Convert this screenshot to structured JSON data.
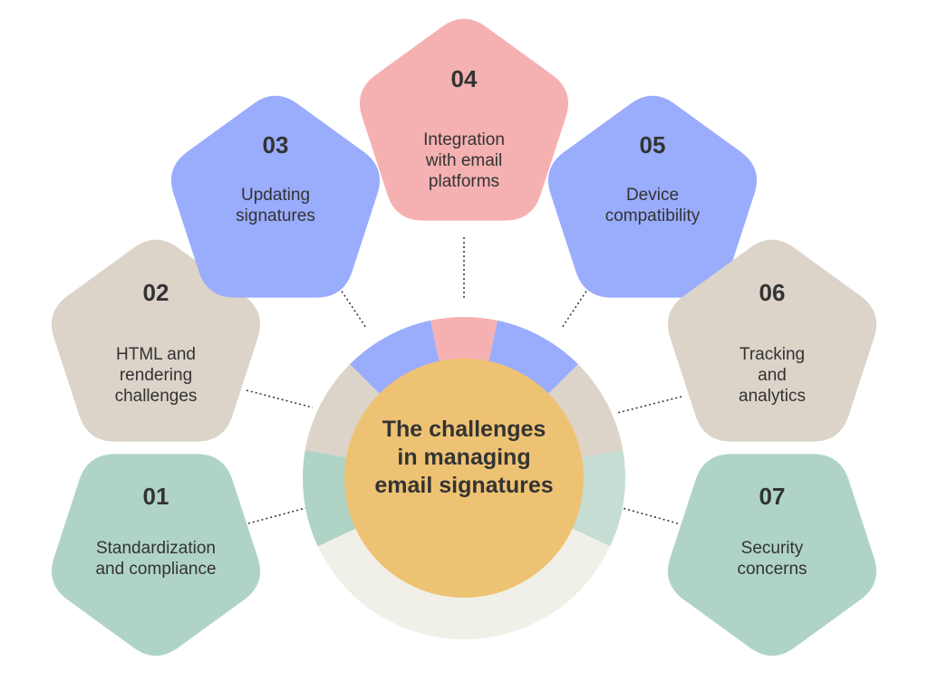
{
  "title": [
    "The challenges",
    "in managing",
    "email signatures"
  ],
  "colors": {
    "green": "#afd4c5",
    "beige": "#dcd3c9",
    "blue": "#9aacfc",
    "pink": "#f5b1b2",
    "center": "#eec273",
    "ring_green_light": "#c5ddd2",
    "ring_base": "#f0f0e8",
    "text": "#333333"
  },
  "items": [
    {
      "number": "01",
      "lines": [
        "Standardization",
        "and compliance"
      ],
      "color": "green"
    },
    {
      "number": "02",
      "lines": [
        "HTML and",
        "rendering",
        "challenges"
      ],
      "color": "beige"
    },
    {
      "number": "03",
      "lines": [
        "Updating",
        "signatures"
      ],
      "color": "blue"
    },
    {
      "number": "04",
      "lines": [
        "Integration",
        "with email",
        "platforms"
      ],
      "color": "pink"
    },
    {
      "number": "05",
      "lines": [
        "Device",
        "compatibility"
      ],
      "color": "blue"
    },
    {
      "number": "06",
      "lines": [
        "Tracking",
        "and",
        "analytics"
      ],
      "color": "beige"
    },
    {
      "number": "07",
      "lines": [
        "Security",
        "concerns"
      ],
      "color": "green"
    }
  ]
}
